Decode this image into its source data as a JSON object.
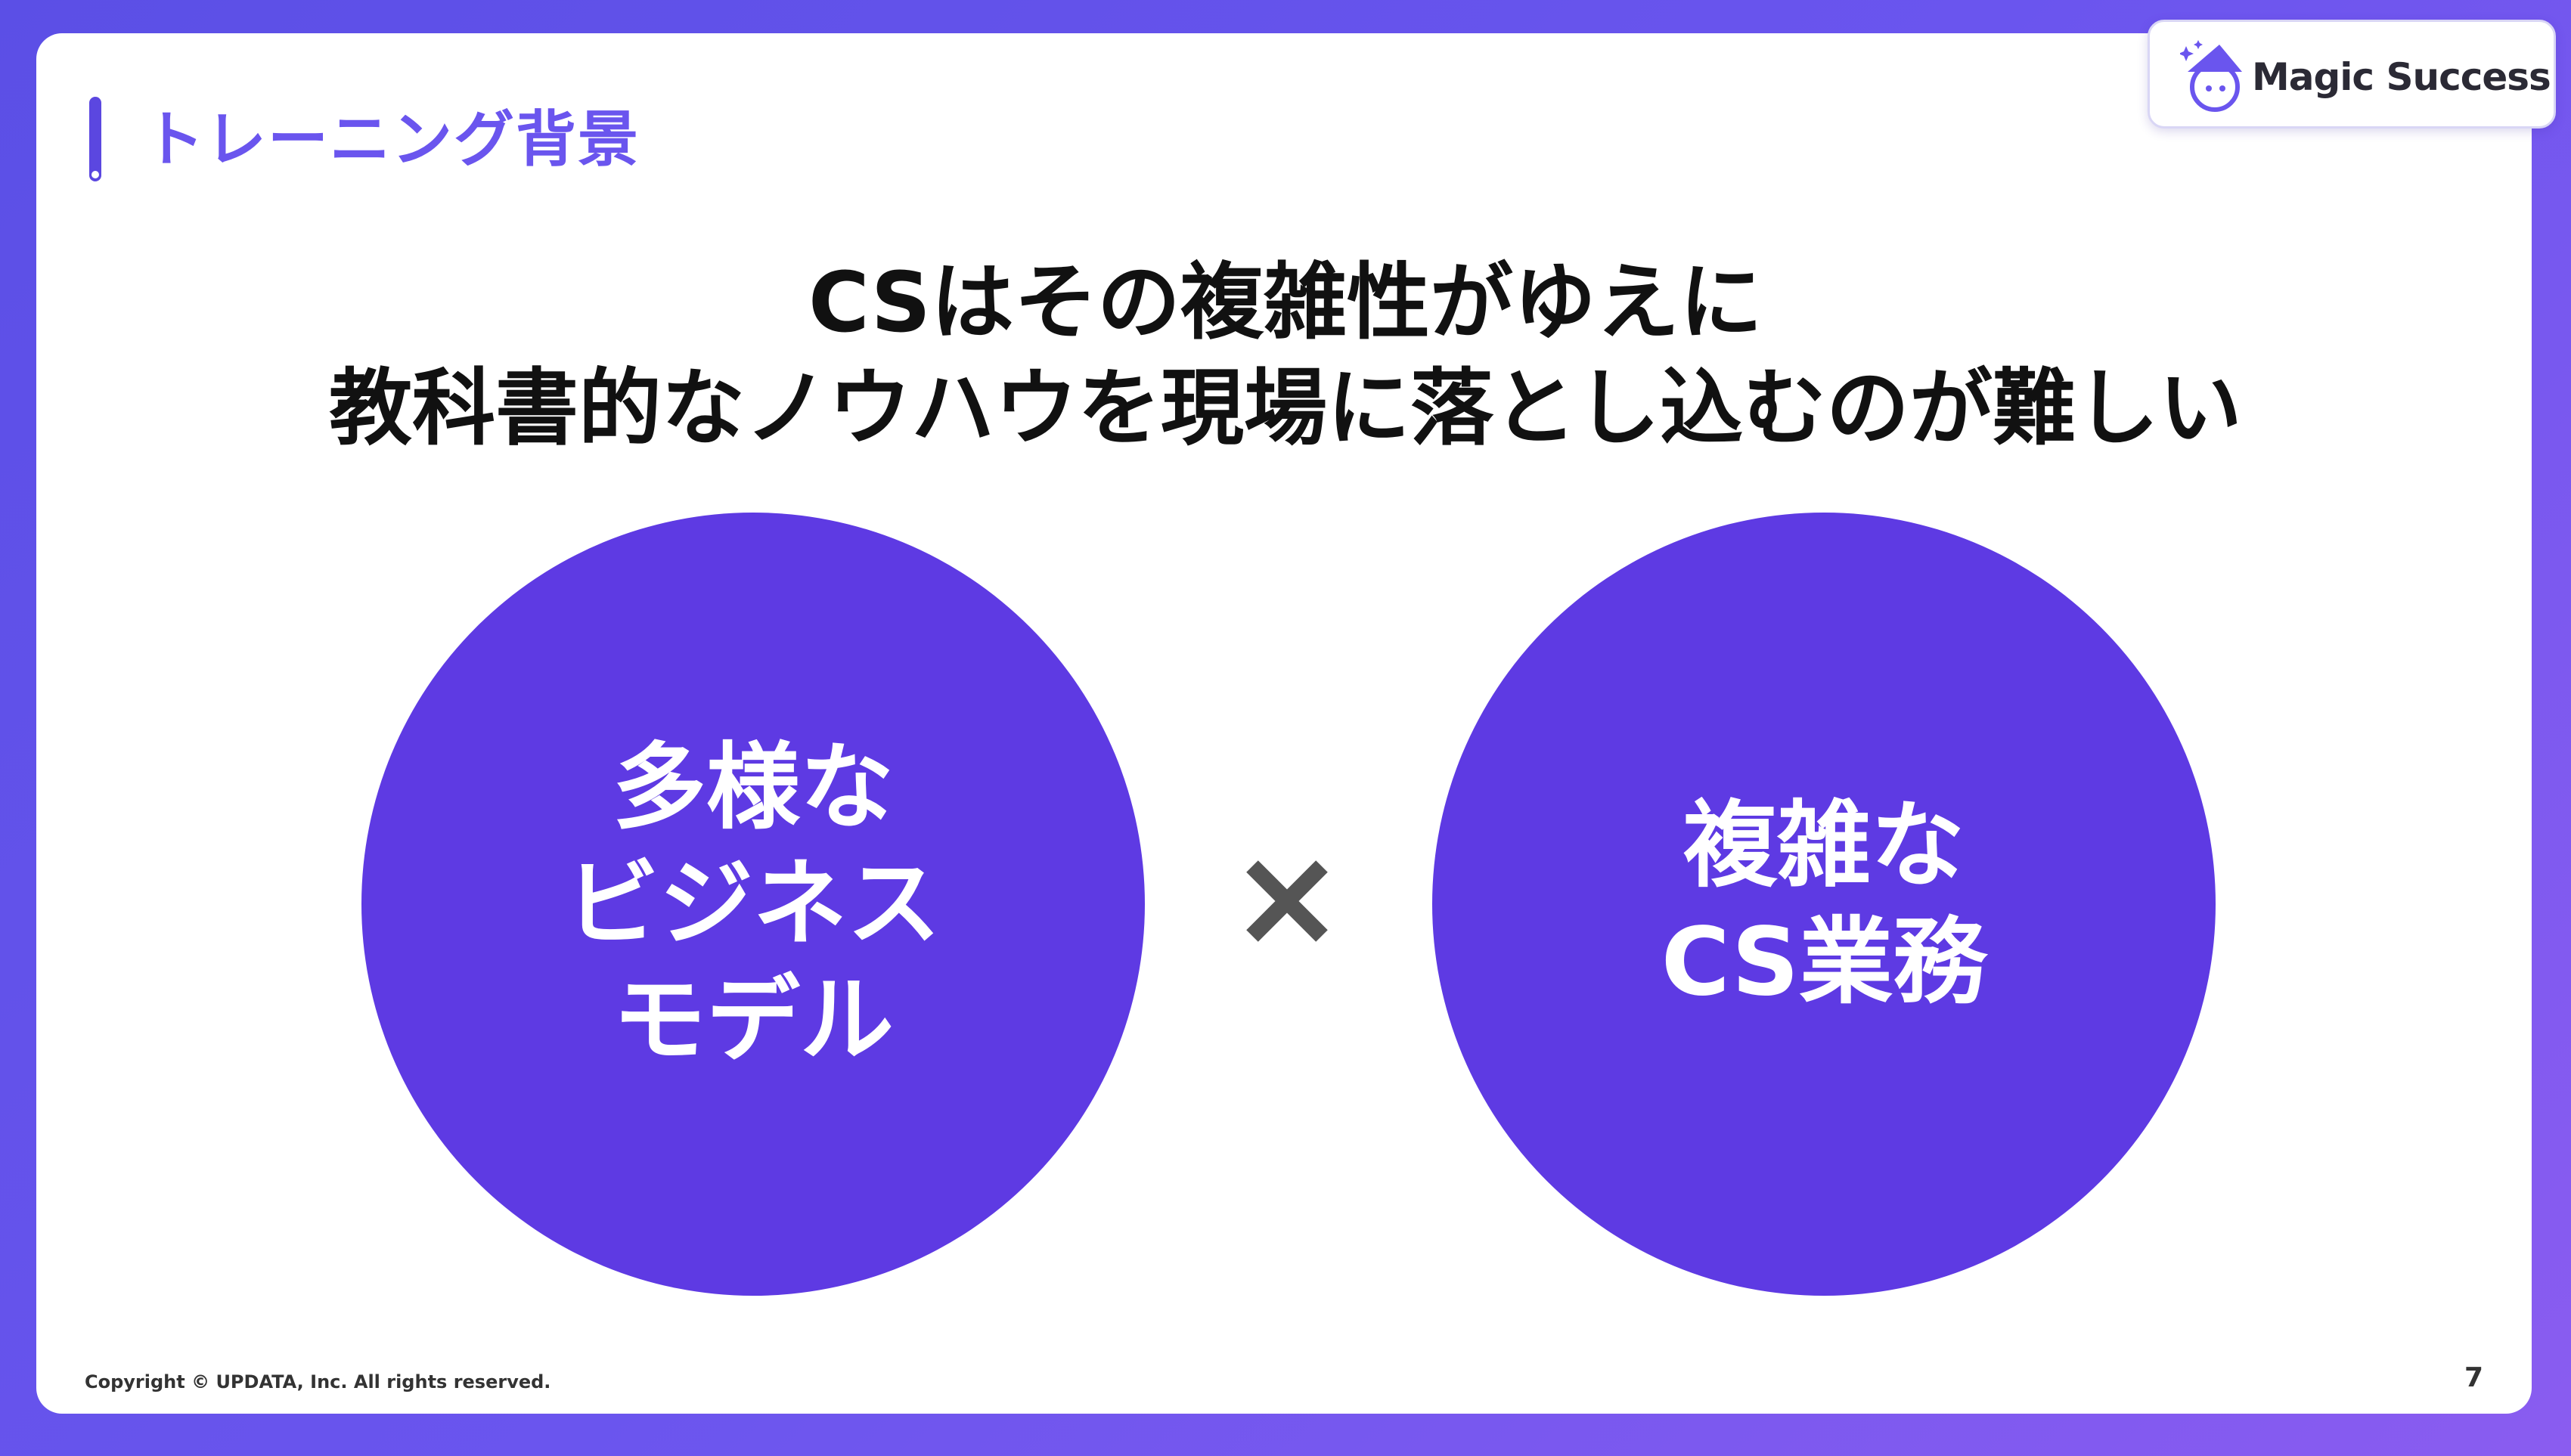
{
  "header": {
    "section_title": "トレーニング背景"
  },
  "logo": {
    "text": "Magic Success",
    "icon": "wizard-mascot-icon"
  },
  "headline": {
    "line1": "CSはその複雑性がゆえに",
    "line2": "教科書的なノウハウを現場に落とし込むのが難しい"
  },
  "circles": {
    "left": {
      "lines": [
        "多様な",
        "ビジネス",
        "モデル"
      ]
    },
    "right": {
      "lines": [
        "複雑な",
        "CS業務"
      ]
    },
    "operator_icon": "multiply-icon"
  },
  "footer": {
    "copyright": "Copyright © UPDATA, Inc. All rights reserved.",
    "page_number": "7"
  },
  "colors": {
    "brand_purple": "#5e3ae3",
    "title_purple": "#6a55ee",
    "operator_gray": "#555555"
  }
}
